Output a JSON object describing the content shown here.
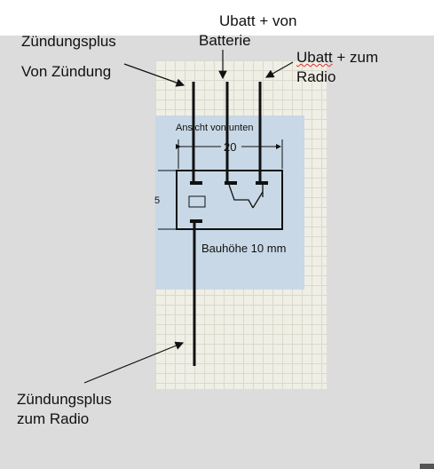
{
  "labels": {
    "zundungsplus": "Zündungsplus",
    "von_zundung": "Von Zündung",
    "ubatt_von_line1_prefix": "Ubatt",
    "ubatt_von_line1_suffix": " + von",
    "ubatt_von_line2": "Batterie",
    "ubatt_zum_line1_prefix": "Ubatt",
    "ubatt_zum_line1_suffix": " + zum",
    "ubatt_zum_line2": "Radio",
    "zundungsplus_radio_line1": "Zündungsplus",
    "zundungsplus_radio_line2": "zum Radio"
  },
  "relay": {
    "view_caption": "Ansicht von unten",
    "dimension": "20",
    "height_caption": "Bauhöhe 10 mm",
    "partial_side_digit": "5"
  },
  "colors": {
    "background": "#dcdcdc",
    "grid_paper": "#f0efe6",
    "relay_panel": "#c8d8e6",
    "lines": "#111111",
    "spellcheck": "#e03030"
  }
}
